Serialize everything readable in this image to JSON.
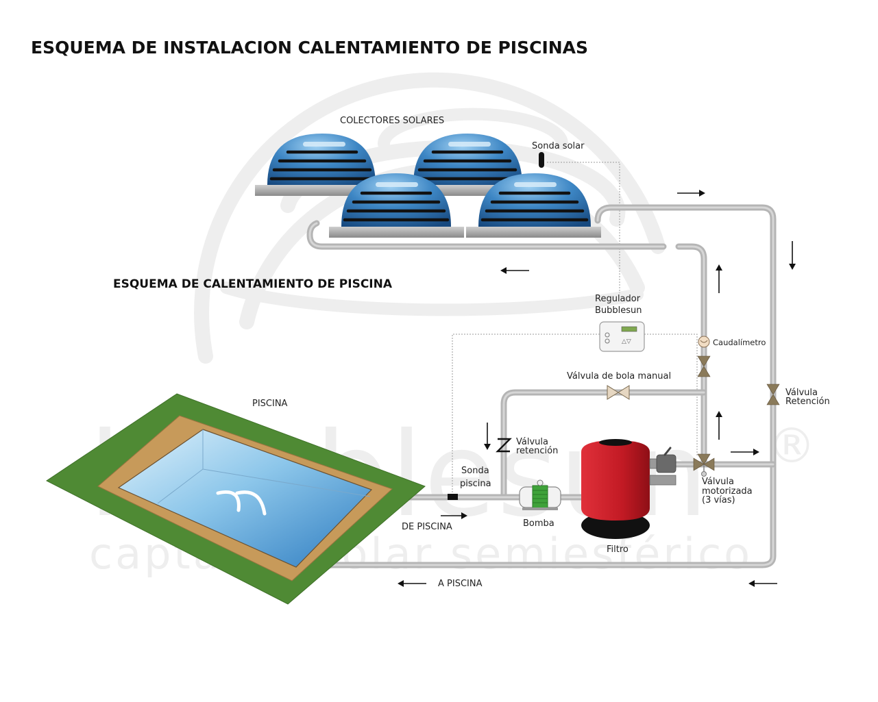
{
  "title": "ESQUEMA DE INSTALACION CALENTAMIENTO DE PISCINAS",
  "subtitle": "ESQUEMA DE CALENTAMIENTO DE PISCINA",
  "labels": {
    "colectores": "COLECTORES SOLARES",
    "sonda_solar": "Sonda solar",
    "regulador_1": "Regulador",
    "regulador_2": "Bubblesun",
    "caudalimetro": "Caudalímetro",
    "valvula_bola": "Válvula de bola manual",
    "valvula_ret_r1": "Válvula",
    "valvula_ret_r2": "Retención",
    "piscina": "PISCINA",
    "valvula_ret_l1": "Válvula",
    "valvula_ret_l2": "retención",
    "sonda_piscina_1": "Sonda",
    "sonda_piscina_2": "piscina",
    "valvula_mot_1": "Válvula",
    "valvula_mot_2": "motorizada",
    "valvula_mot_3": "(3 vías)",
    "de_piscina": "DE PISCINA",
    "bomba": "Bomba",
    "filtro": "Filtro",
    "a_piscina": "A PISCINA"
  },
  "watermark": {
    "brand": "bubblesun",
    "registered": "®",
    "tagline": "captador solar semiesférico"
  },
  "colors": {
    "pipe": "#b5b5b5",
    "collector_blue": "#2a6fb0",
    "grass": "#4f8a34",
    "deck": "#c79a5a",
    "water": "#5aa6dc",
    "filter_red": "#c8202a",
    "pump_green": "#3fa23a"
  }
}
